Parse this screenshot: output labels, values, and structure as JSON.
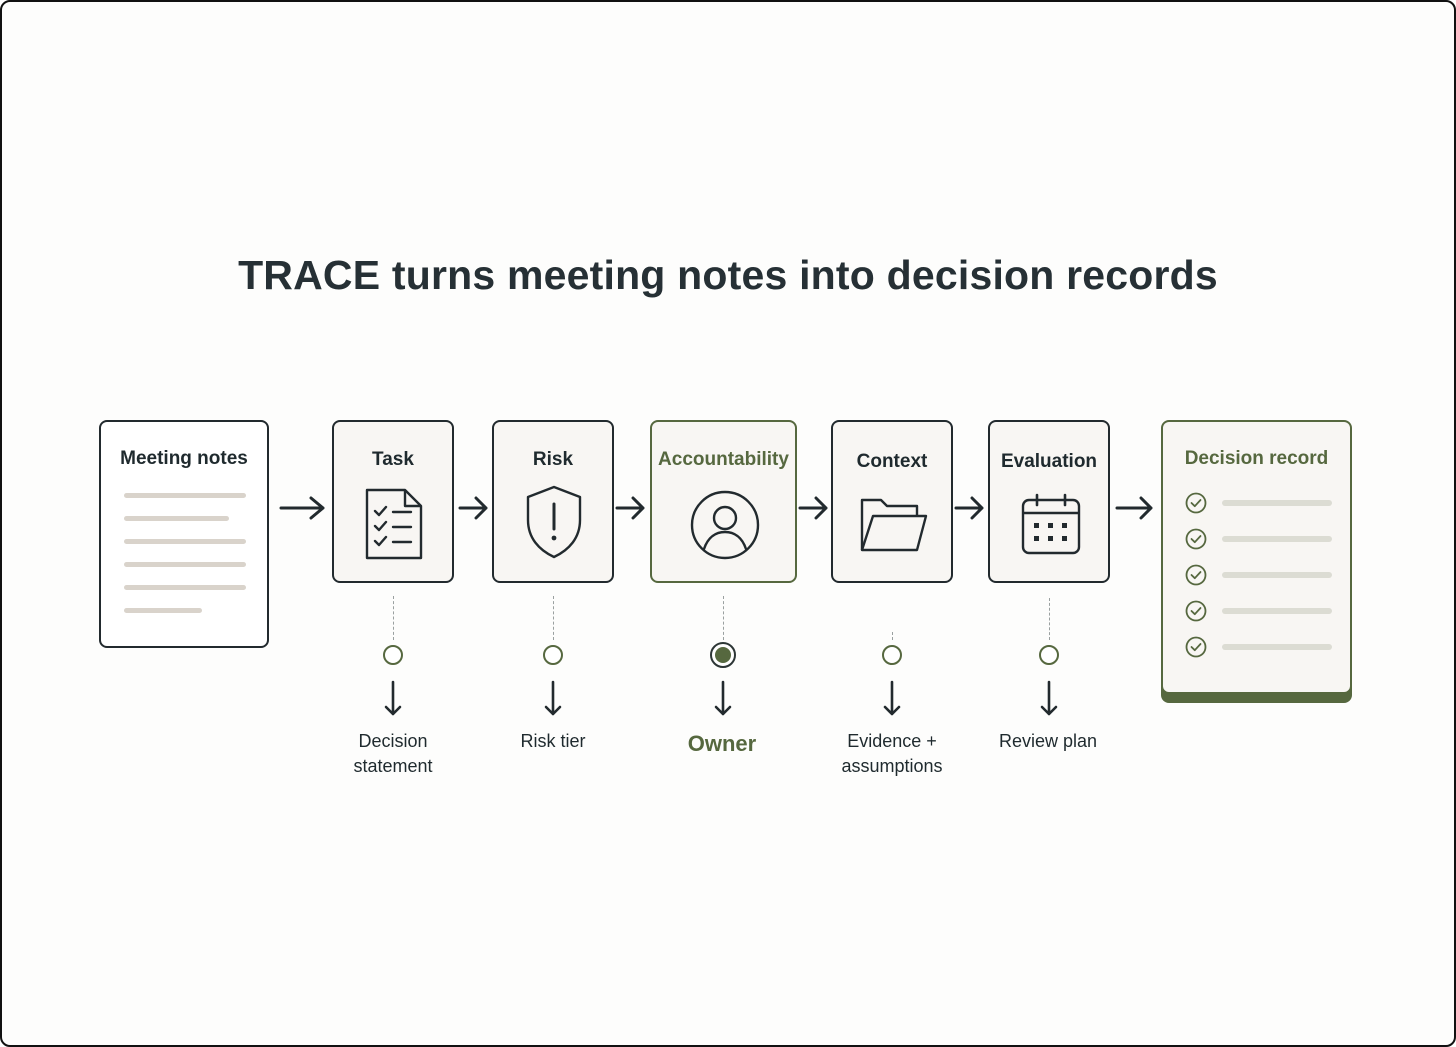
{
  "title": "TRACE turns meeting notes into decision records",
  "source": {
    "label": "Meeting notes"
  },
  "steps": [
    {
      "label": "Task",
      "icon": "checklist-icon",
      "output": [
        "Decision",
        "statement"
      ],
      "highlight": false
    },
    {
      "label": "Risk",
      "icon": "shield-alert-icon",
      "output": [
        "Risk tier"
      ],
      "highlight": false
    },
    {
      "label": "Accountability",
      "icon": "user-icon",
      "output": [
        "Owner"
      ],
      "highlight": true
    },
    {
      "label": "Context",
      "icon": "folder-icon",
      "output": [
        "Evidence +",
        "assumptions"
      ],
      "highlight": false
    },
    {
      "label": "Evaluation",
      "icon": "calendar-icon",
      "output": [
        "Review plan"
      ],
      "highlight": false
    }
  ],
  "result": {
    "label": "Decision record",
    "check_items": 5
  },
  "colors": {
    "accent": "#56683f",
    "ink": "#222a2e",
    "card": "#f8f6f3"
  }
}
